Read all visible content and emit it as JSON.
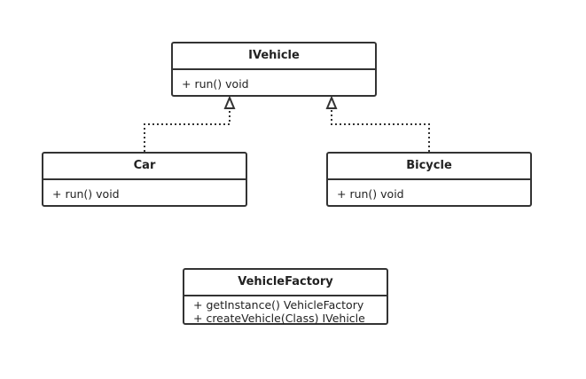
{
  "classes": {
    "ivehicle": {
      "name": "IVehicle",
      "members": [
        "+ run() void"
      ]
    },
    "car": {
      "name": "Car",
      "members": [
        "+ run() void"
      ]
    },
    "bicycle": {
      "name": "Bicycle",
      "members": [
        "+ run() void"
      ]
    },
    "factory": {
      "name": "VehicleFactory",
      "members": [
        "+ getInstance() VehicleFactory",
        "+ createVehicle(Class) IVehicle"
      ]
    }
  },
  "relations": [
    {
      "from": "Car",
      "to": "IVehicle",
      "type": "realization"
    },
    {
      "from": "Bicycle",
      "to": "IVehicle",
      "type": "realization"
    }
  ],
  "colors": {
    "stroke": "#333333",
    "text": "#222222",
    "background": "#ffffff"
  }
}
